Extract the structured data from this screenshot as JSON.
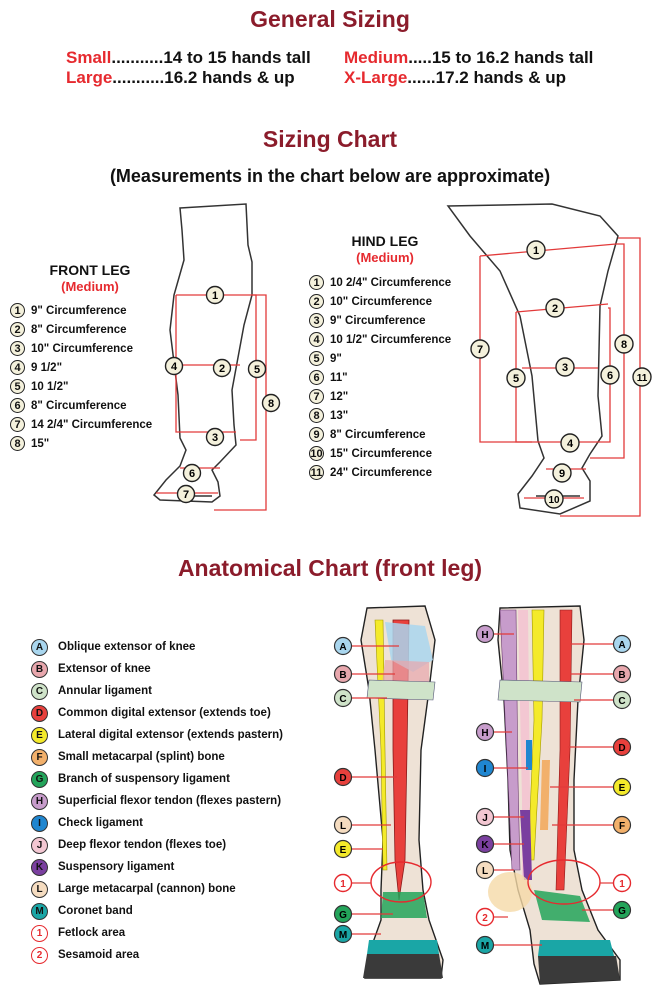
{
  "general": {
    "title": "General Sizing",
    "sizes": [
      {
        "size": "Small",
        "desc": "...........14 to 15 hands tall"
      },
      {
        "size": "Medium",
        "desc": ".....15 to 16.2 hands tall"
      },
      {
        "size": "Large",
        "desc": "...........16.2 hands & up"
      },
      {
        "size": "X-Large",
        "desc": "......17.2 hands & up"
      }
    ]
  },
  "sizing_chart": {
    "title": "Sizing Chart",
    "note": "(Measurements in the chart below are approximate)",
    "front_leg": {
      "title": "FRONT LEG",
      "size": "(Medium)",
      "measurements": [
        {
          "n": "1",
          "text": "9\" Circumference"
        },
        {
          "n": "2",
          "text": "8\" Circumference"
        },
        {
          "n": "3",
          "text": "10\" Circumference"
        },
        {
          "n": "4",
          "text": "9 1/2\""
        },
        {
          "n": "5",
          "text": "10 1/2\""
        },
        {
          "n": "6",
          "text": "8\" Circumference"
        },
        {
          "n": "7",
          "text": "14 2/4\" Circumference"
        },
        {
          "n": "8",
          "text": "15\""
        }
      ]
    },
    "hind_leg": {
      "title": "HIND LEG",
      "size": "(Medium)",
      "measurements": [
        {
          "n": "1",
          "text": "10 2/4\" Circumference"
        },
        {
          "n": "2",
          "text": "10\"  Circumference"
        },
        {
          "n": "3",
          "text": "9\"  Circumference"
        },
        {
          "n": "4",
          "text": "10 1/2\"  Circumference"
        },
        {
          "n": "5",
          "text": "9\""
        },
        {
          "n": "6",
          "text": "11\""
        },
        {
          "n": "7",
          "text": "12\""
        },
        {
          "n": "8",
          "text": "13\""
        },
        {
          "n": "9",
          "text": "8\"  Circumference"
        },
        {
          "n": "10",
          "text": "15\" Circumference"
        },
        {
          "n": "11",
          "text": "24\" Circumference"
        }
      ]
    }
  },
  "anatomical": {
    "title": "Anatomical Chart (front leg)",
    "items": [
      {
        "key": "A",
        "label": "Oblique extensor of knee",
        "color": "#a9d6ee"
      },
      {
        "key": "B",
        "label": "Extensor of knee",
        "color": "#e8a7ad"
      },
      {
        "key": "C",
        "label": "Annular ligament",
        "color": "#cfe3c9"
      },
      {
        "key": "D",
        "label": "Common digital extensor (extends toe)",
        "color": "#e8403c"
      },
      {
        "key": "E",
        "label": "Lateral digital extensor (extends pastern)",
        "color": "#f4ea2a"
      },
      {
        "key": "F",
        "label": "Small metacarpal (splint) bone",
        "color": "#f2b06b"
      },
      {
        "key": "G",
        "label": "Branch of suspensory ligament",
        "color": "#23a45a"
      },
      {
        "key": "H",
        "label": "Superficial flexor tendon (flexes pastern)",
        "color": "#c79ccb"
      },
      {
        "key": "I",
        "label": "Check ligament",
        "color": "#1f86d0"
      },
      {
        "key": "J",
        "label": "Deep flexor tendon (flexes toe)",
        "color": "#f3c7d2"
      },
      {
        "key": "K",
        "label": "Suspensory ligament",
        "color": "#7a3f9f"
      },
      {
        "key": "L",
        "label": "Large metacarpal (cannon) bone",
        "color": "#f5dcc0"
      },
      {
        "key": "M",
        "label": "Coronet band",
        "color": "#1aa6a6"
      },
      {
        "key": "1",
        "label": "Fetlock area",
        "color": "#ffffff"
      },
      {
        "key": "2",
        "label": "Sesamoid area",
        "color": "#ffffff"
      }
    ],
    "left_callouts": [
      "A",
      "B",
      "C",
      "D",
      "L",
      "E",
      "1",
      "G",
      "M"
    ],
    "right_callouts_outer": [
      "A",
      "B",
      "C",
      "D",
      "E",
      "F",
      "1",
      "G"
    ],
    "right_callouts_inner": [
      "H",
      "H",
      "I",
      "J",
      "K",
      "L",
      "2",
      "M"
    ]
  },
  "colors": {
    "title": "#8b1c2b",
    "size_label": "#e62a2f",
    "measure_line": "#e23a3a",
    "leg_outline": "#333333"
  }
}
